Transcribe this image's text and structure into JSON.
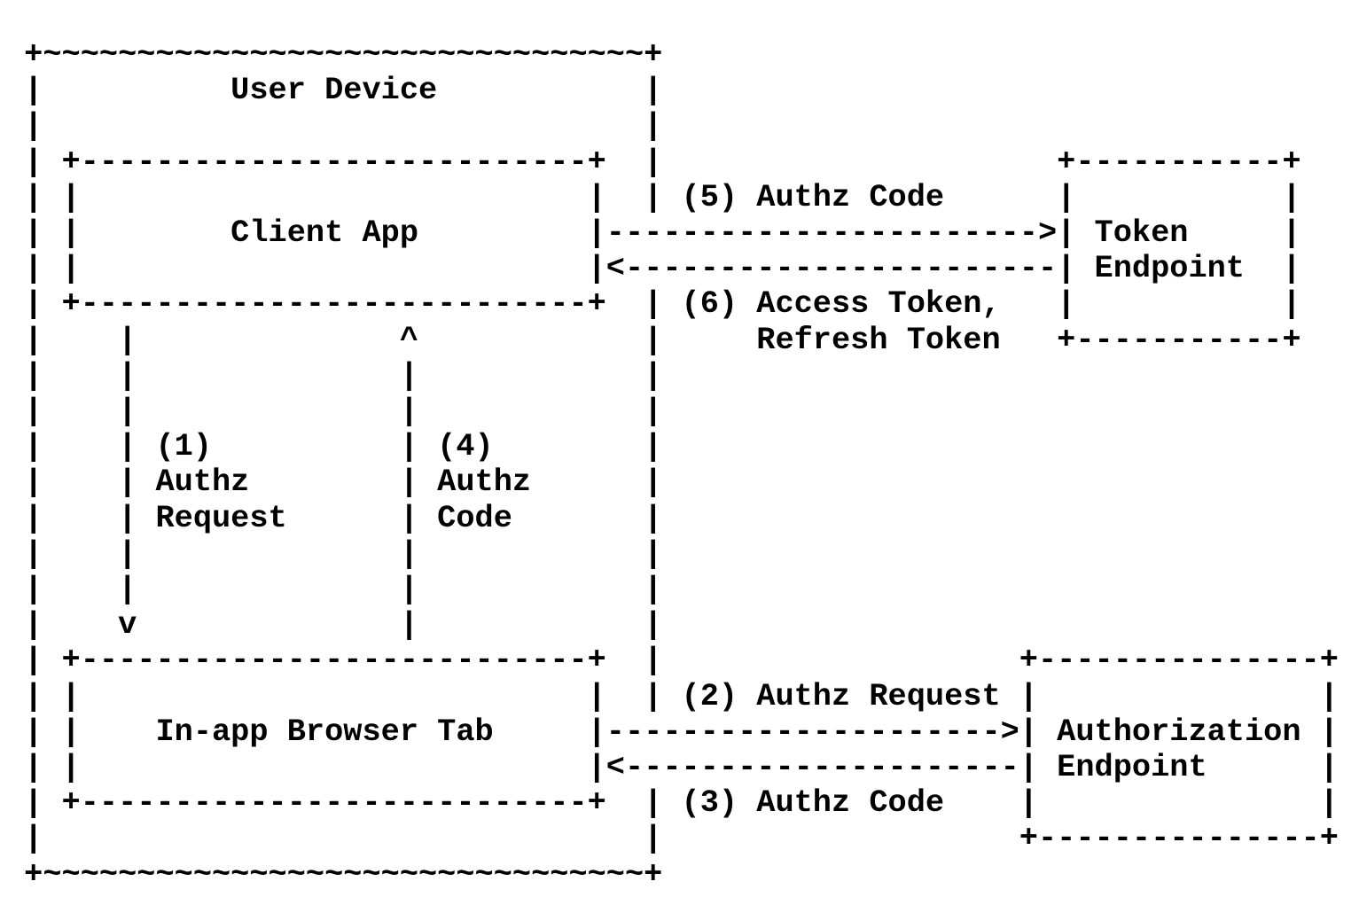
{
  "diagram": {
    "type": "ascii-flow",
    "title": "OAuth authorization via in-app browser tab",
    "colors": {
      "foreground": "#000000",
      "background": "#ffffff"
    },
    "outer_container": "User Device",
    "nodes": [
      {
        "id": "user-device",
        "label": "User Device"
      },
      {
        "id": "client-app",
        "label": "Client App"
      },
      {
        "id": "in-app-browser-tab",
        "label": "In-app Browser Tab"
      },
      {
        "id": "token-endpoint",
        "label": "Token Endpoint"
      },
      {
        "id": "authorization-endpoint",
        "label": "Authorization Endpoint"
      }
    ],
    "flows": [
      {
        "step": "(1)",
        "label": "Authz Request",
        "from": "Client App",
        "to": "In-app Browser Tab",
        "direction": "down"
      },
      {
        "step": "(2)",
        "label": "Authz Request",
        "from": "In-app Browser Tab",
        "to": "Authorization Endpoint",
        "direction": "right"
      },
      {
        "step": "(3)",
        "label": "Authz Code",
        "from": "Authorization Endpoint",
        "to": "In-app Browser Tab",
        "direction": "left"
      },
      {
        "step": "(4)",
        "label": "Authz Code",
        "from": "In-app Browser Tab",
        "to": "Client App",
        "direction": "up"
      },
      {
        "step": "(5)",
        "label": "Authz Code",
        "from": "Client App",
        "to": "Token Endpoint",
        "direction": "right"
      },
      {
        "step": "(6)",
        "label": "Access Token, Refresh Token",
        "from": "Token Endpoint",
        "to": "Client App",
        "direction": "left"
      }
    ]
  },
  "ascii": {
    "lines": [
      " +~~~~~~~~~~~~~~~~~~~~~~~~~~~~~~~~+",
      " |          User Device           |",
      " |                                |",
      " | +---------------------------+  |                     +-----------+",
      " | |                           |  | (5) Authz Code      |           |",
      " | |        Client App         |----------------------->| Token     |",
      " | |                           |<-----------------------| Endpoint  |",
      " | +---------------------------+  | (6) Access Token,   |           |",
      " |    |              ^            |     Refresh Token   +-----------+",
      " |    |              |            |",
      " |    |              |            |",
      " |    | (1)          | (4)        |",
      " |    | Authz        | Authz      |",
      " |    | Request      | Code       |",
      " |    |              |            |",
      " |    |              |            |",
      " |    v              |            |",
      " | +---------------------------+  |                   +---------------+",
      " | |                           |  | (2) Authz Request |               |",
      " | |    In-app Browser Tab     |--------------------->| Authorization |",
      " | |                           |<---------------------| Endpoint      |",
      " | +---------------------------+  | (3) Authz Code    |               |",
      " |                                |                   +---------------+",
      " +~~~~~~~~~~~~~~~~~~~~~~~~~~~~~~~~+"
    ]
  }
}
